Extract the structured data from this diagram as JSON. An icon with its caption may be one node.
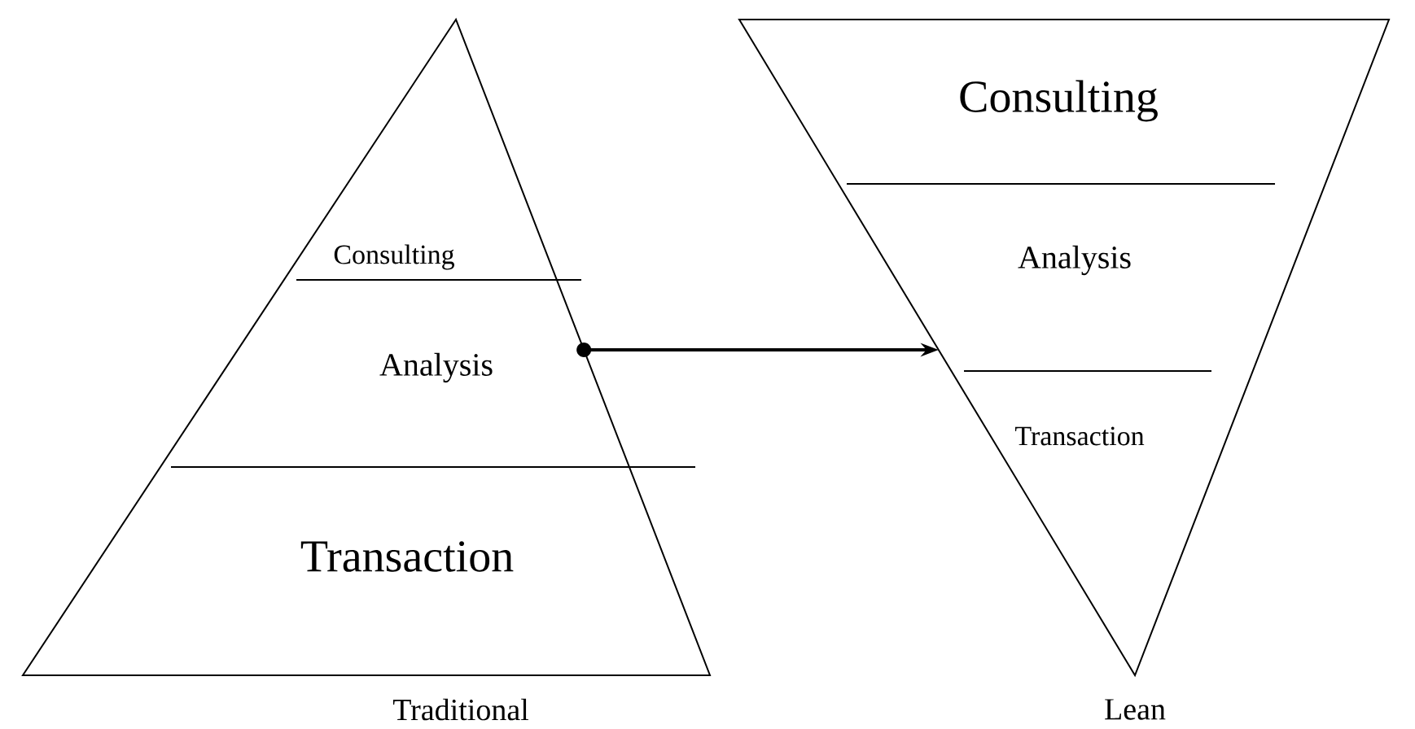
{
  "diagram": {
    "nodes": [
      {
        "text": [],
        "shape": "triangle",
        "beside": [
          "Traditional"
        ]
      },
      {
        "text": [
          "Consulting"
        ],
        "in": 0
      },
      {
        "text": [
          "Analysis"
        ],
        "in": 0
      },
      {
        "text": [
          "Transaction"
        ],
        "in": 0
      },
      {
        "text": [],
        "shape": "triangle",
        "beside": [
          "Lean"
        ]
      },
      {
        "text": [
          "Consulting"
        ],
        "in": 4
      },
      {
        "text": [
          "Analysis"
        ],
        "in": 4
      },
      {
        "text": [
          "Transaction"
        ],
        "in": 4
      }
    ],
    "edges": [
      {
        "from": 0,
        "to": 4,
        "arrow": "to"
      }
    ]
  }
}
